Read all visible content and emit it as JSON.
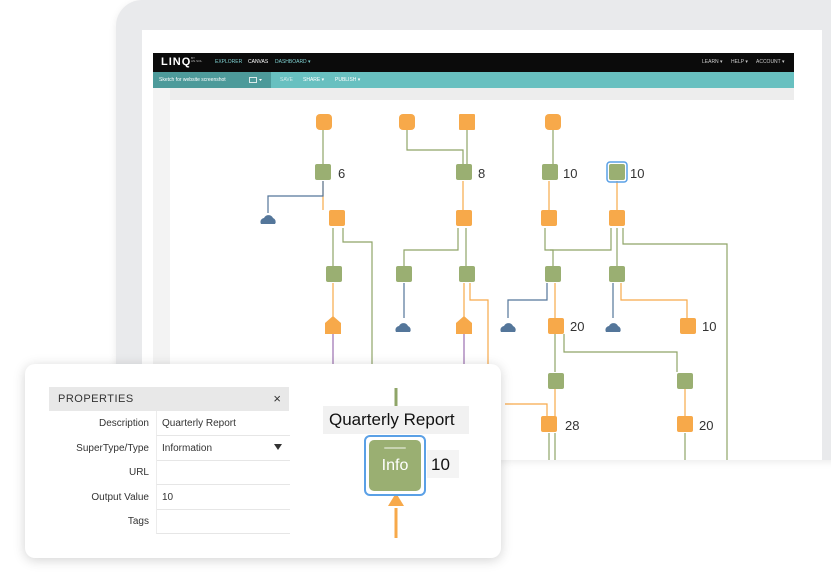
{
  "app": {
    "logo": "LINQ",
    "logo_sub": "BY AN·SOL",
    "nav": [
      {
        "label": "EXPLORER",
        "active": false
      },
      {
        "label": "CANVAS",
        "active": true
      },
      {
        "label": "DASHBOARD ▾",
        "active": false
      }
    ],
    "right_nav": [
      "LEARN ▾",
      "HELP ▾",
      "ACCOUNT ▾"
    ]
  },
  "toolbar": {
    "sketch_name": "Sketch for website screenshot",
    "file_icon": "folder-icon",
    "items": [
      "SAVE",
      "SHARE ▾",
      "PUBLISH ▾"
    ]
  },
  "canvas": {
    "node_counts": [
      "6",
      "8",
      "10",
      "10",
      "20",
      "10",
      "28",
      "20"
    ]
  },
  "properties": {
    "title": "PROPERTIES",
    "close_icon": "close-icon",
    "rows": [
      {
        "label": "Description",
        "value": "Quarterly Report"
      },
      {
        "label": "SuperType/Type",
        "value": "Information"
      },
      {
        "label": "URL",
        "value": ""
      },
      {
        "label": "Output Value",
        "value": "10"
      },
      {
        "label": "Tags",
        "value": ""
      }
    ]
  },
  "zoom_node": {
    "label": "Quarterly Report",
    "text": "Info",
    "count": "10"
  },
  "colors": {
    "green": "#9aaf72",
    "orange": "#f7a94a",
    "blue": "#54769a",
    "teal": "#68c0c0",
    "selected": "#5aa0e6"
  }
}
